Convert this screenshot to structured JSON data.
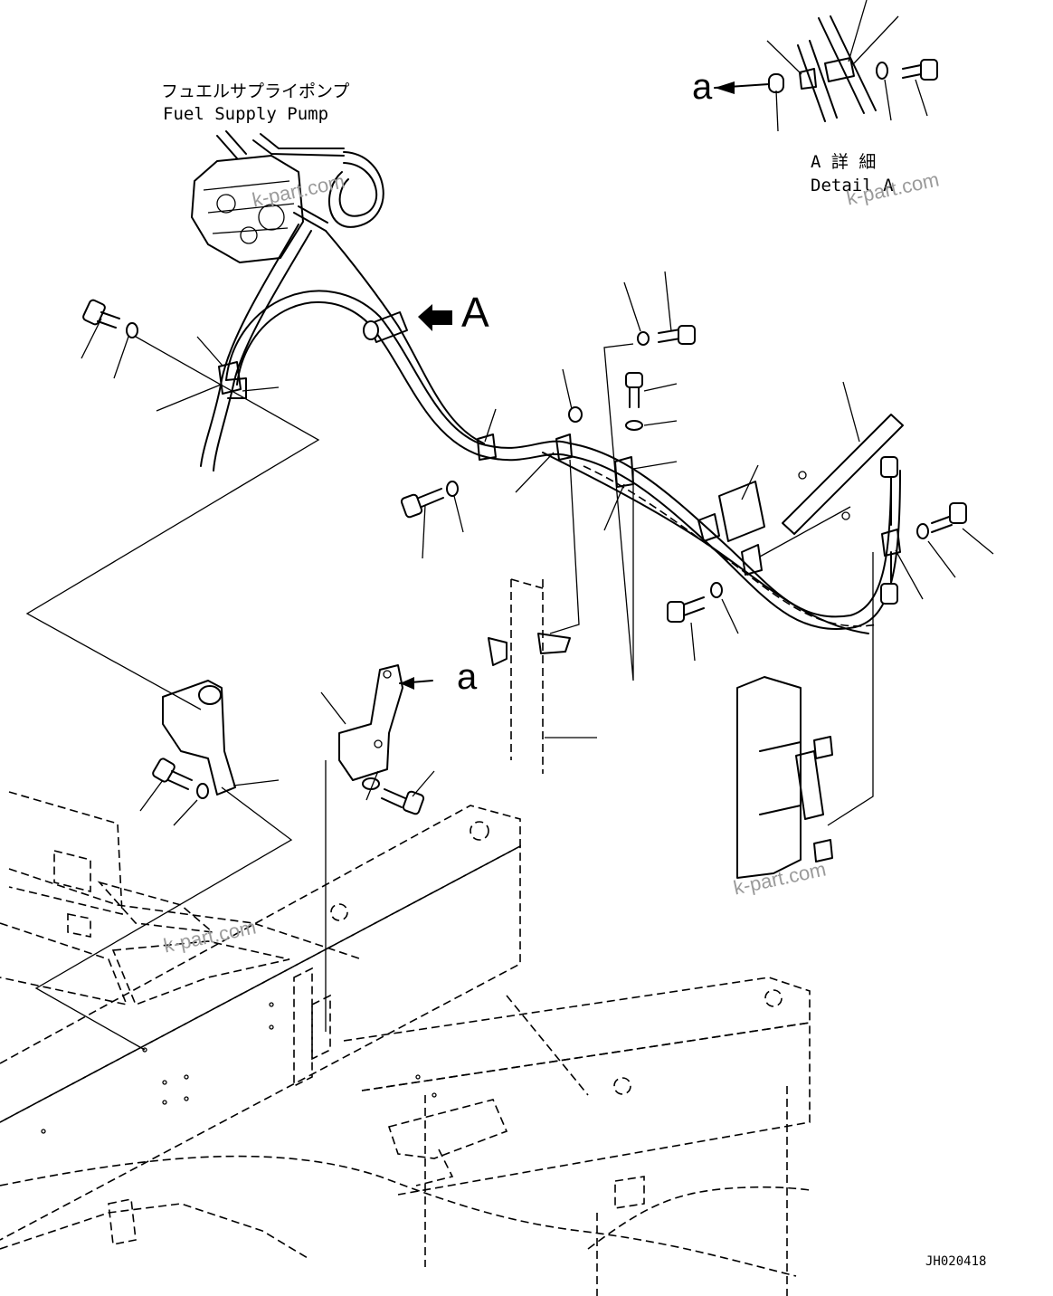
{
  "labels": {
    "pump_jp": "フュエルサプライポンプ",
    "pump_en": "Fuel Supply Pump",
    "detail_jp": "A 詳 細",
    "detail_en": "Detail A",
    "view_arrow": "A",
    "ref_a_top": "a",
    "ref_a_bracket": "a",
    "drawing_id": "JH020418"
  },
  "watermarks": [
    "k-part.com",
    "k-part.com",
    "k-part.com",
    "k-part.com"
  ]
}
